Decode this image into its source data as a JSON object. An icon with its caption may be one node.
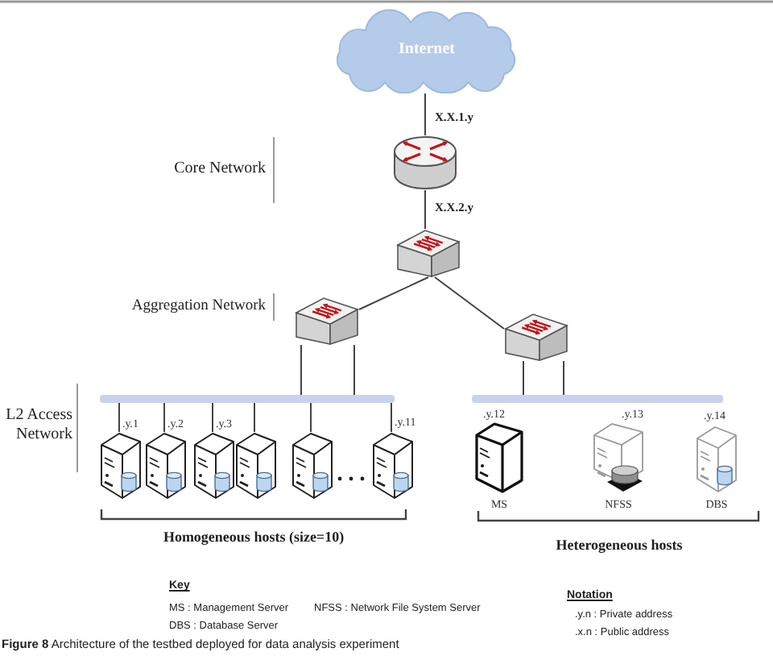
{
  "diagram": {
    "caption": "**Figure 8** Architecture of the testbed deployed for data analysis experiment",
    "nodes": [
      {
        "text": [
          "Internet"
        ]
      },
      {
        "text": [],
        "shape": "picture"
      },
      {
        "text": [],
        "shape": "picture"
      },
      {
        "text": [],
        "shape": "picture"
      },
      {
        "text": [],
        "shape": "picture"
      },
      {
        "text": [],
        "shape": "bar"
      },
      {
        "text": [],
        "shape": "bar"
      },
      {
        "text": [],
        "shape": "picture",
        "beside": [
          ".y.1"
        ]
      },
      {
        "text": [],
        "shape": "picture",
        "beside": [
          ".y.2"
        ]
      },
      {
        "text": [],
        "shape": "picture",
        "beside": [
          ".y.3"
        ]
      },
      {
        "text": [],
        "shape": "picture"
      },
      {
        "text": [],
        "shape": "picture"
      },
      {
        "text": [],
        "shape": "picture",
        "beside": [
          ".y.11"
        ]
      },
      {
        "text": [],
        "shape": "picture",
        "beside": [
          ".y.12",
          "MS"
        ]
      },
      {
        "text": [],
        "shape": "picture",
        "beside": [
          ".y.13",
          "NFSS"
        ]
      },
      {
        "text": [],
        "shape": "picture",
        "beside": [
          ".y.14",
          "DBS"
        ]
      }
    ],
    "edges": [
      {
        "from": 0,
        "to": 1,
        "arrow": "none",
        "label": "X.X.1.y"
      },
      {
        "from": 1,
        "to": 2,
        "arrow": "none",
        "label": "X.X.2.y"
      },
      {
        "from": 2,
        "to": 3,
        "arrow": "none"
      },
      {
        "from": 2,
        "to": 4,
        "arrow": "none"
      },
      {
        "from": 3,
        "to": 5,
        "arrow": "none"
      },
      {
        "from": 3,
        "to": 5,
        "arrow": "none"
      },
      {
        "from": 4,
        "to": 6,
        "arrow": "none"
      },
      {
        "from": 4,
        "to": 6,
        "arrow": "none"
      },
      {
        "from": 5,
        "to": 7,
        "arrow": "none"
      },
      {
        "from": 5,
        "to": 8,
        "arrow": "none"
      },
      {
        "from": 5,
        "to": 9,
        "arrow": "none"
      },
      {
        "from": 5,
        "to": 10,
        "arrow": "none"
      },
      {
        "from": 5,
        "to": 11,
        "arrow": "none"
      },
      {
        "from": 5,
        "to": 12,
        "arrow": "none"
      }
    ],
    "labels": [
      "Core Network",
      "Aggregation Network",
      "L2 Access Network",
      "Homogeneous hosts (size=10)",
      "Heterogeneous hosts",
      "Key",
      "MS : Management Server",
      "NFSS : Network File System Server",
      "DBS : Database Server",
      "Notation",
      ".y.n : Private address",
      ".x.n : Public address"
    ]
  }
}
